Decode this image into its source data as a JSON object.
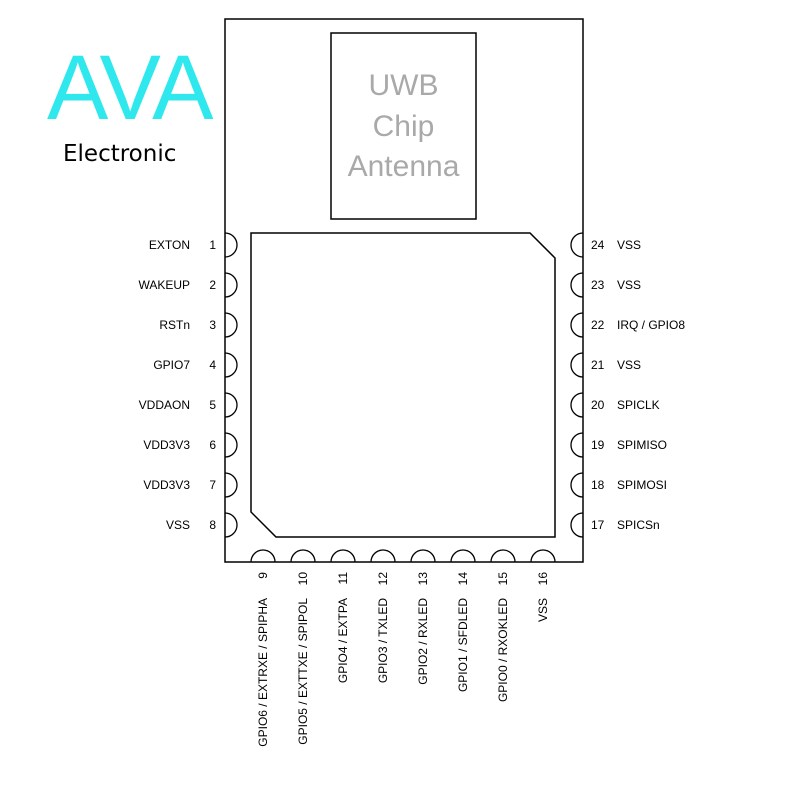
{
  "logo": {
    "brand": "AVA",
    "subtitle": "Electronic",
    "brand_color": "#2ee8ee"
  },
  "antenna": {
    "lines": [
      "UWB",
      "Chip",
      "Antenna"
    ],
    "text_color": "#a9a9a9"
  },
  "left_pins": [
    {
      "num": "1",
      "name": "EXTON"
    },
    {
      "num": "2",
      "name": "WAKEUP"
    },
    {
      "num": "3",
      "name": "RSTn"
    },
    {
      "num": "4",
      "name": "GPIO7"
    },
    {
      "num": "5",
      "name": "VDDAON"
    },
    {
      "num": "6",
      "name": "VDD3V3"
    },
    {
      "num": "7",
      "name": "VDD3V3"
    },
    {
      "num": "8",
      "name": "VSS"
    }
  ],
  "right_pins": [
    {
      "num": "24",
      "name": "VSS"
    },
    {
      "num": "23",
      "name": "VSS"
    },
    {
      "num": "22",
      "name": "IRQ / GPIO8"
    },
    {
      "num": "21",
      "name": "VSS"
    },
    {
      "num": "20",
      "name": "SPICLK"
    },
    {
      "num": "19",
      "name": "SPIMISO"
    },
    {
      "num": "18",
      "name": "SPIMOSI"
    },
    {
      "num": "17",
      "name": "SPICSn"
    }
  ],
  "bottom_pins": [
    {
      "num": "9",
      "name": "GPIO6 / EXTRXE / SPIPHA"
    },
    {
      "num": "10",
      "name": "GPIO5 / EXTTXE / SPIPOL"
    },
    {
      "num": "11",
      "name": "GPIO4 / EXTPA"
    },
    {
      "num": "12",
      "name": "GPIO3 / TXLED"
    },
    {
      "num": "13",
      "name": "GPIO2 / RXLED"
    },
    {
      "num": "14",
      "name": "GPIO1 / SFDLED"
    },
    {
      "num": "15",
      "name": "GPIO0 / RXOKLED"
    },
    {
      "num": "16",
      "name": "VSS"
    }
  ]
}
